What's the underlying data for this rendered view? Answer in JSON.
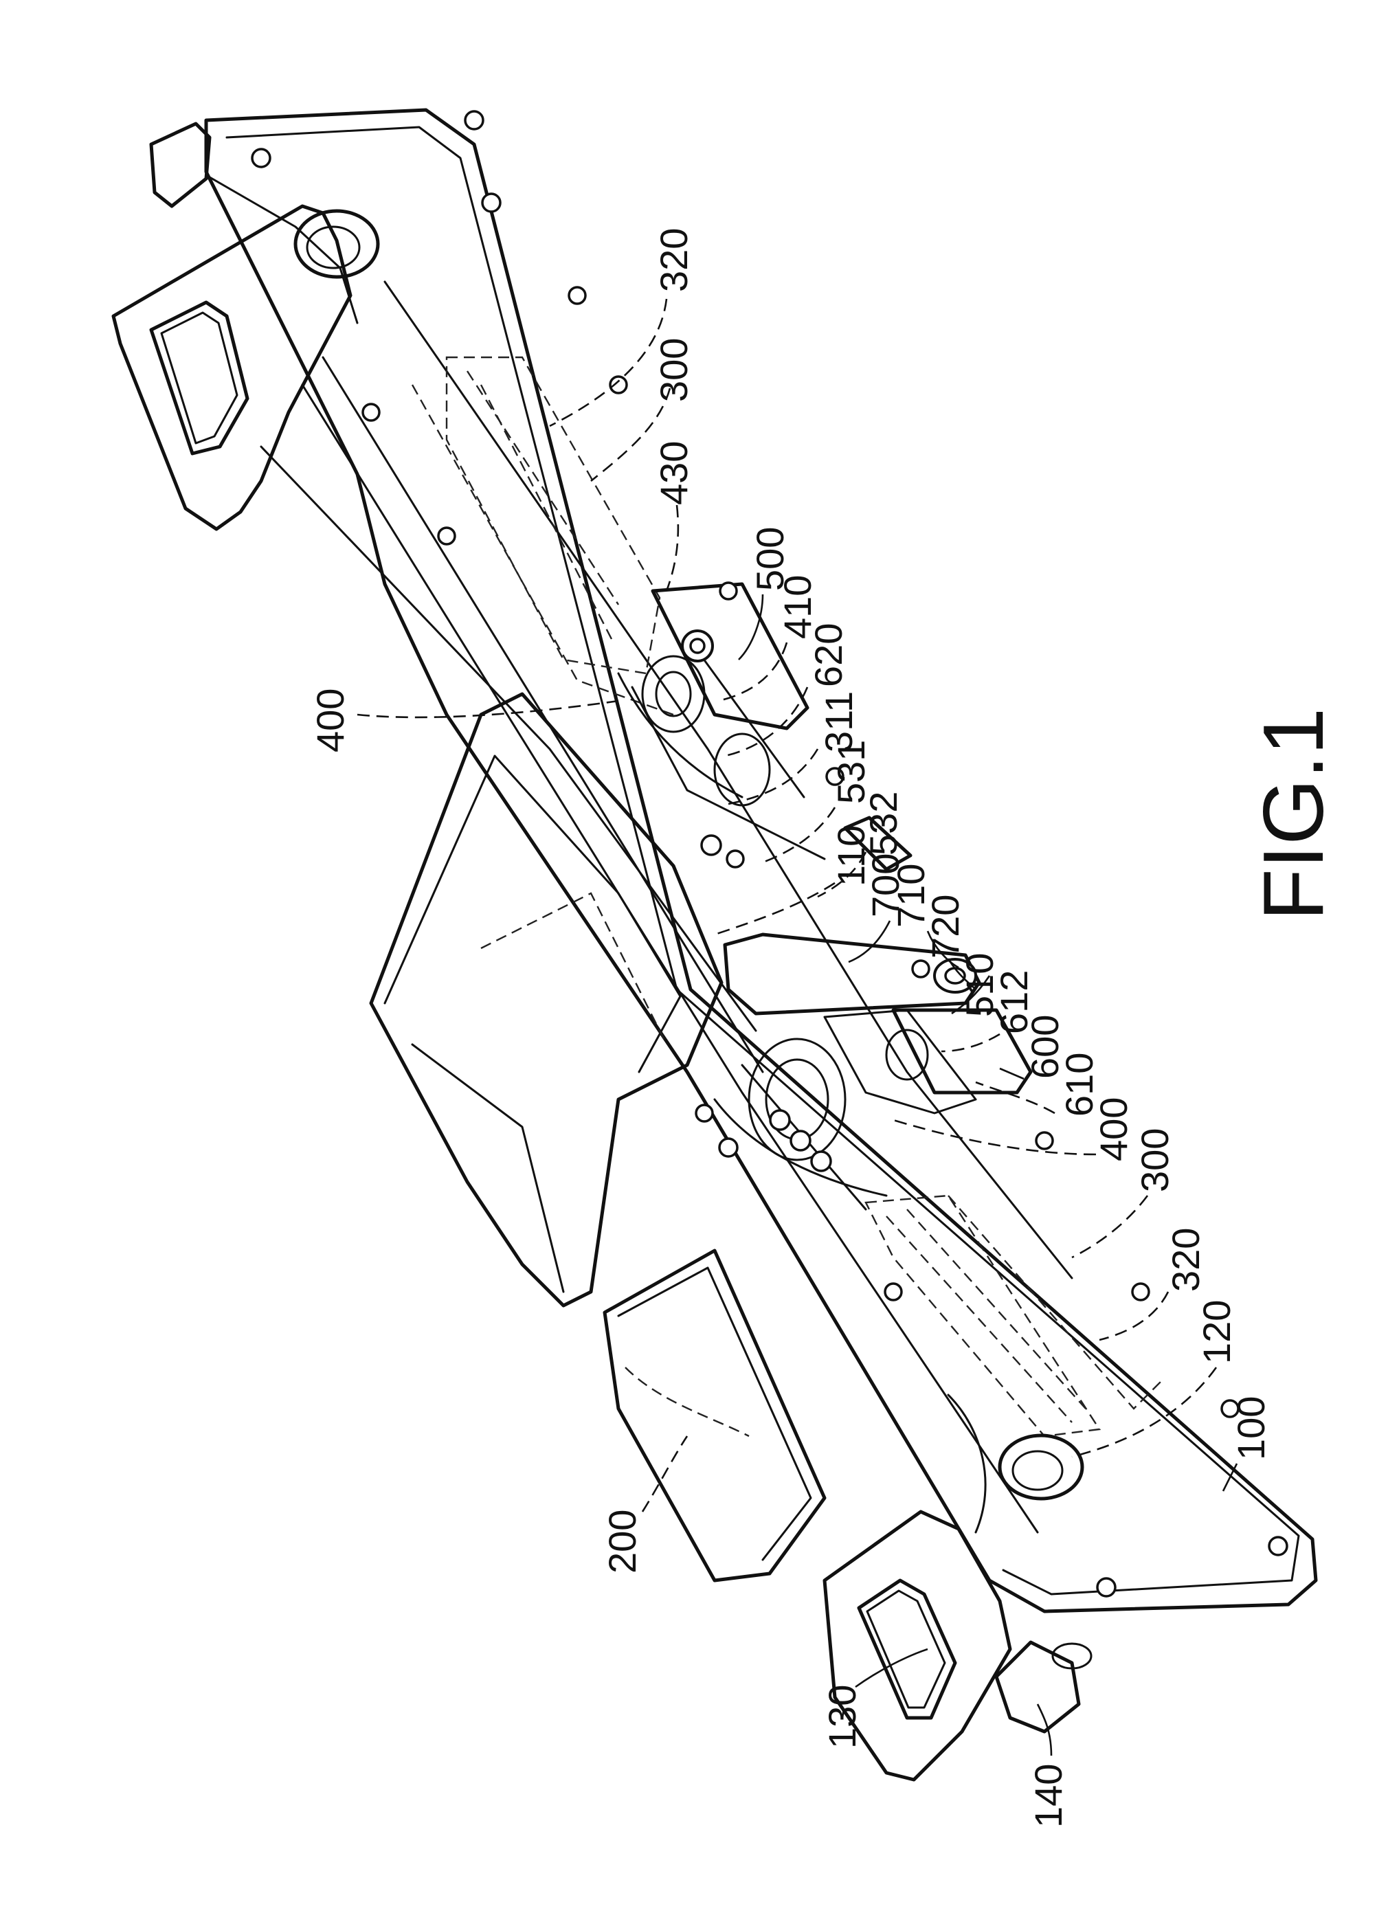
{
  "figure_label": "FIG.1",
  "reference_numerals": {
    "r320_top": "320",
    "r300_top": "300",
    "r430": "430",
    "r500": "500",
    "r410": "410",
    "r620": "620",
    "r400_top": "400",
    "r311": "311",
    "r531": "531",
    "r532": "532",
    "r110": "110",
    "r700": "700",
    "r710": "710",
    "r720": "720",
    "r510": "510",
    "r612": "612",
    "r600": "600",
    "r610": "610",
    "r400_bottom": "400",
    "r300_bottom": "300",
    "r320_bottom": "320",
    "r120": "120",
    "r100": "100",
    "r200": "200",
    "r130": "130",
    "r140": "140"
  }
}
